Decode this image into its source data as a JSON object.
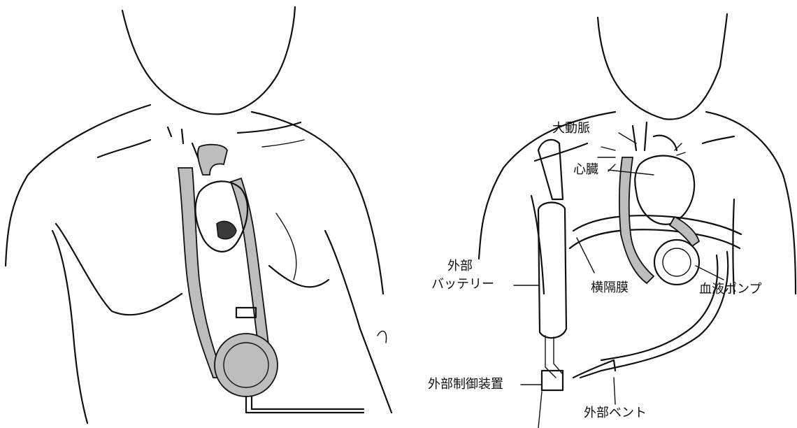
{
  "figure": {
    "left_panel": {},
    "right_panel": {
      "labels": {
        "aorta": "大動脈",
        "heart": "心臓",
        "external_battery_line1": "外部",
        "external_battery_line2": "バッテリー",
        "diaphragm": "横隔膜",
        "blood_pump": "血液ポンプ",
        "external_controller": "外部制御装置",
        "external_vent": "外部ベント"
      }
    }
  }
}
